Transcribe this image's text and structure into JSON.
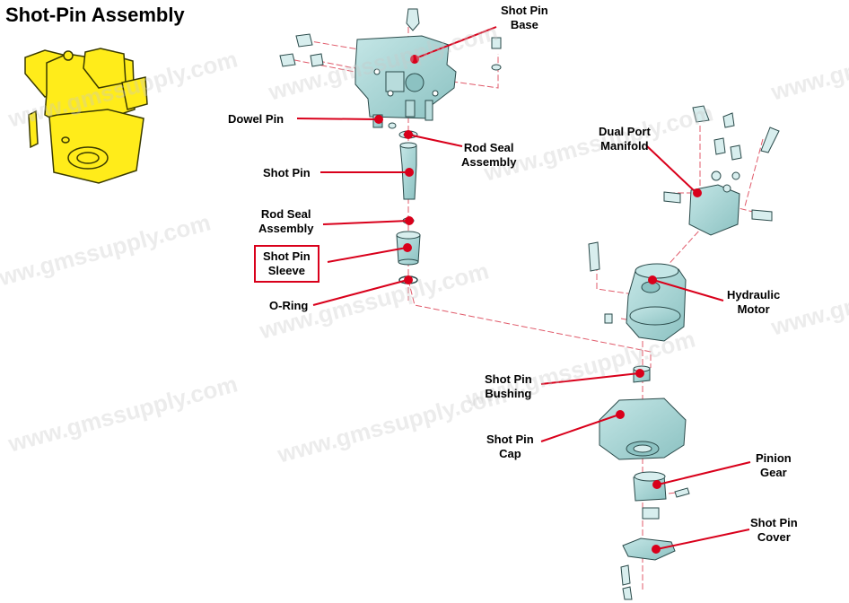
{
  "title": "Shot-Pin Assembly",
  "watermark": "www.gmssupply.com",
  "colors": {
    "part": "#a8d6d6",
    "part_stroke": "#2a4a4a",
    "highlight": "#ffec1a",
    "leader": "#d9001b",
    "dash": "#e05a6a"
  },
  "labels": [
    {
      "id": "shot-pin-base",
      "lines": [
        "Shot Pin",
        "Base"
      ]
    },
    {
      "id": "dowel-pin",
      "lines": [
        "Dowel Pin"
      ]
    },
    {
      "id": "rod-seal-assembly-top",
      "lines": [
        "Rod Seal",
        "Assembly"
      ]
    },
    {
      "id": "shot-pin",
      "lines": [
        "Shot Pin"
      ]
    },
    {
      "id": "rod-seal-assembly-left",
      "lines": [
        "Rod Seal",
        "Assembly"
      ]
    },
    {
      "id": "shot-pin-sleeve",
      "lines": [
        "Shot Pin",
        "Sleeve"
      ],
      "highlighted": true
    },
    {
      "id": "o-ring",
      "lines": [
        "O-Ring"
      ]
    },
    {
      "id": "dual-port-manifold",
      "lines": [
        "Dual Port",
        "Manifold"
      ]
    },
    {
      "id": "hydraulic-motor",
      "lines": [
        "Hydraulic",
        "Motor"
      ]
    },
    {
      "id": "shot-pin-bushing",
      "lines": [
        "Shot Pin",
        "Bushing"
      ]
    },
    {
      "id": "shot-pin-cap",
      "lines": [
        "Shot Pin",
        "Cap"
      ]
    },
    {
      "id": "pinion-gear",
      "lines": [
        "Pinion",
        "Gear"
      ]
    },
    {
      "id": "shot-pin-cover",
      "lines": [
        "Shot Pin",
        "Cover"
      ]
    }
  ]
}
